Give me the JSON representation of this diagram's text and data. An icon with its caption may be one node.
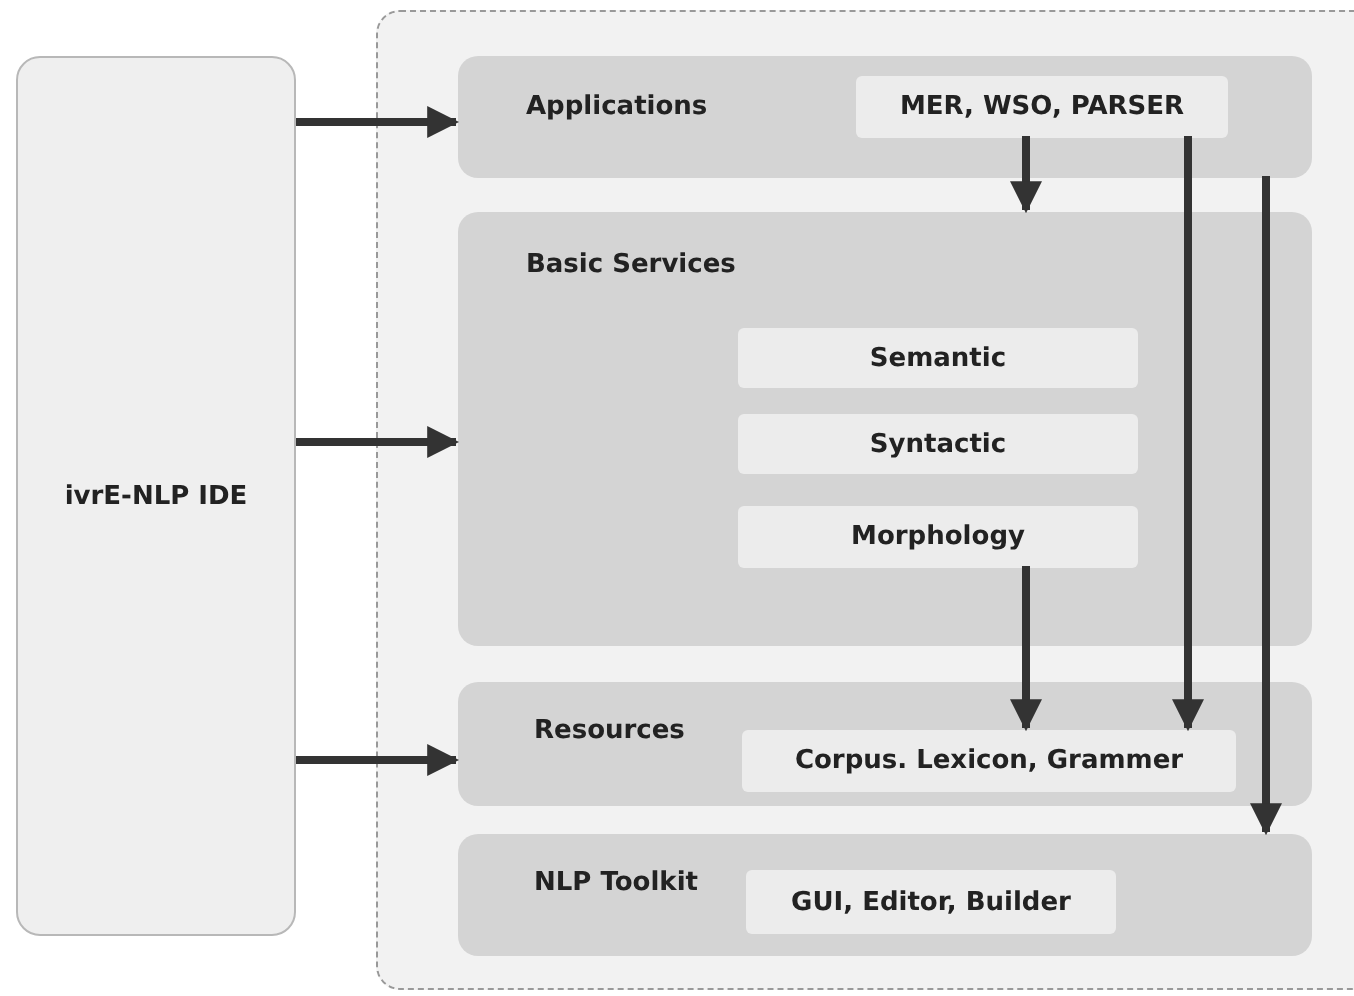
{
  "diagram": {
    "nodes": [
      {
        "text": [
          "ivrE-NLP IDE"
        ]
      },
      {
        "text": [],
        "shape": "box"
      },
      {
        "text": [
          "Applications"
        ],
        "in": 1
      },
      {
        "text": [
          "MER, WSO, PARSER"
        ],
        "in": 2
      },
      {
        "text": [
          "Basic Services"
        ],
        "in": 1
      },
      {
        "text": [
          "Semantic"
        ],
        "in": 4
      },
      {
        "text": [
          "Syntactic"
        ],
        "in": 4
      },
      {
        "text": [
          "Morphology"
        ],
        "in": 4
      },
      {
        "text": [
          "Resources"
        ],
        "in": 1
      },
      {
        "text": [
          "Corpus. Lexicon, Grammer"
        ],
        "in": 8
      },
      {
        "text": [
          "NLP Toolkit"
        ],
        "in": 1
      },
      {
        "text": [
          "GUI, Editor, Builder"
        ],
        "in": 10
      }
    ],
    "edges": [
      {
        "from": 0,
        "to": 2,
        "arrow": "to"
      },
      {
        "from": 0,
        "to": 4,
        "arrow": "to"
      },
      {
        "from": 0,
        "to": 8,
        "arrow": "to"
      },
      {
        "from": 3,
        "to": 4,
        "arrow": "to"
      },
      {
        "from": 3,
        "to": 9,
        "arrow": "to"
      },
      {
        "from": 7,
        "to": 9,
        "arrow": "to"
      },
      {
        "from": 2,
        "to": 10,
        "arrow": "to"
      }
    ]
  }
}
